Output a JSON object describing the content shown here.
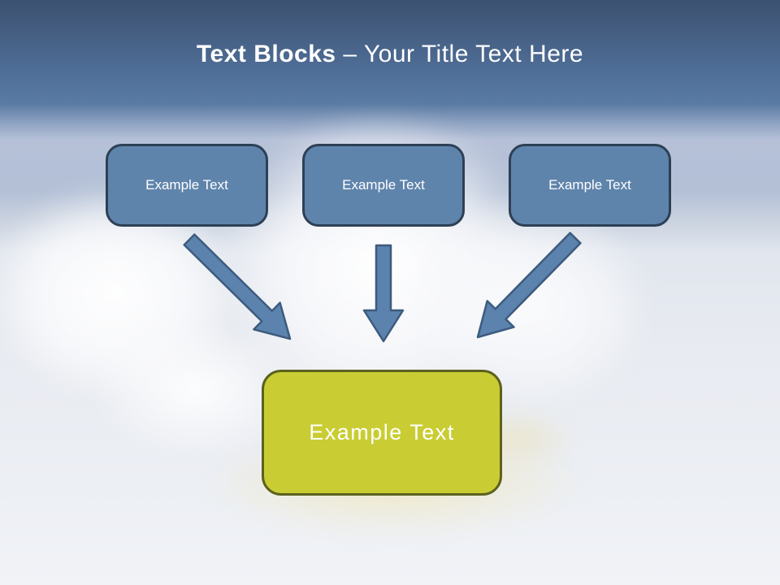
{
  "slide": {
    "title": {
      "bold": "Text Blocks",
      "regular": " – Your Title Text Here"
    },
    "blocks": [
      {
        "label": "Example Text"
      },
      {
        "label": "Example Text"
      },
      {
        "label": "Example Text"
      }
    ],
    "result_block": {
      "label": "Example Text"
    },
    "icons": [
      "arrow-down-right",
      "arrow-down",
      "arrow-down-left"
    ],
    "colors": {
      "header_gradient_top": "#3b5170",
      "header_gradient_bottom": "#5a7ba3",
      "background_light": "#e8ebf1",
      "block_fill": "#5f84ac",
      "block_border": "#2d4055",
      "arrow_fill": "#5b83ad",
      "arrow_stroke": "#3d5b7e",
      "result_fill": "#c9cd33",
      "result_border": "#5c611f",
      "title_color": "#ffffff"
    }
  }
}
